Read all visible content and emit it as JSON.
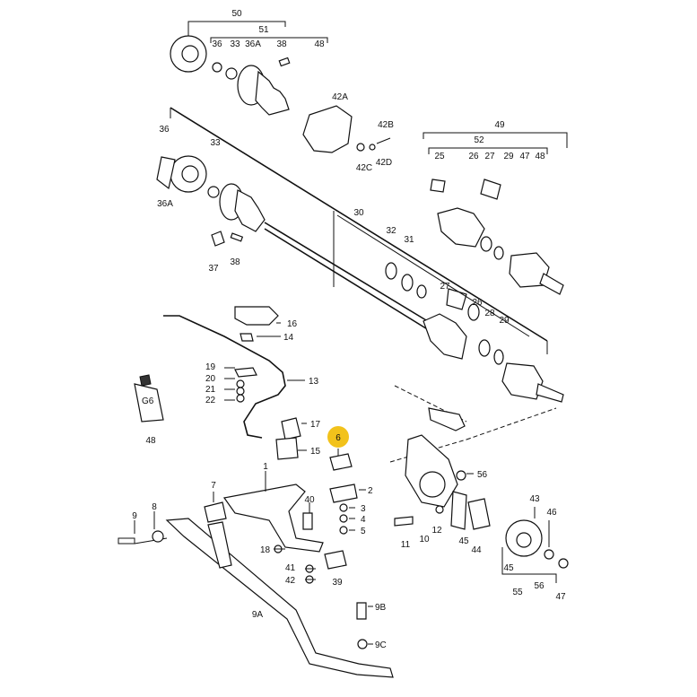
{
  "labels": {
    "n50": "50",
    "n51": "51",
    "n36a": "36",
    "n33a": "33",
    "n36Aa": "36A",
    "n38a": "38",
    "n48a": "48",
    "n42A": "42A",
    "n42B": "42B",
    "n42C": "42C",
    "n42D": "42D",
    "n36b": "36",
    "n33b": "33",
    "n36Ab": "36A",
    "n37": "37",
    "n38b": "38",
    "n30": "30",
    "n32": "32",
    "n31": "31",
    "n49": "49",
    "n52": "52",
    "n25": "25",
    "n26a": "26",
    "n27a": "27",
    "n29a": "29",
    "n47a": "47",
    "n48b": "48",
    "n27b": "27",
    "n26b": "26",
    "n28": "28",
    "n29b": "29",
    "n16": "16",
    "n14": "14",
    "n19": "19",
    "n20": "20",
    "n21": "21",
    "n22": "22",
    "n13": "13",
    "n48c": "48",
    "canText": "G6",
    "n17": "17",
    "n15": "15",
    "n6": "6",
    "n1": "1",
    "n7": "7",
    "n2": "2",
    "n40": "40",
    "n3": "3",
    "n4": "4",
    "n5": "5",
    "n9": "9",
    "n8": "8",
    "n18": "18",
    "n41": "41",
    "n42": "42",
    "n39": "39",
    "n9A": "9A",
    "n9B": "9B",
    "n9C": "9C",
    "n56a": "56",
    "n11": "11",
    "n12": "12",
    "n10": "10",
    "n45a": "45",
    "n44": "44",
    "n43": "43",
    "n46": "46",
    "n45b": "45",
    "n56b": "56",
    "n55": "55",
    "n47b": "47"
  },
  "highlight": {
    "color": "#f2c21b",
    "label_key": "n6"
  }
}
